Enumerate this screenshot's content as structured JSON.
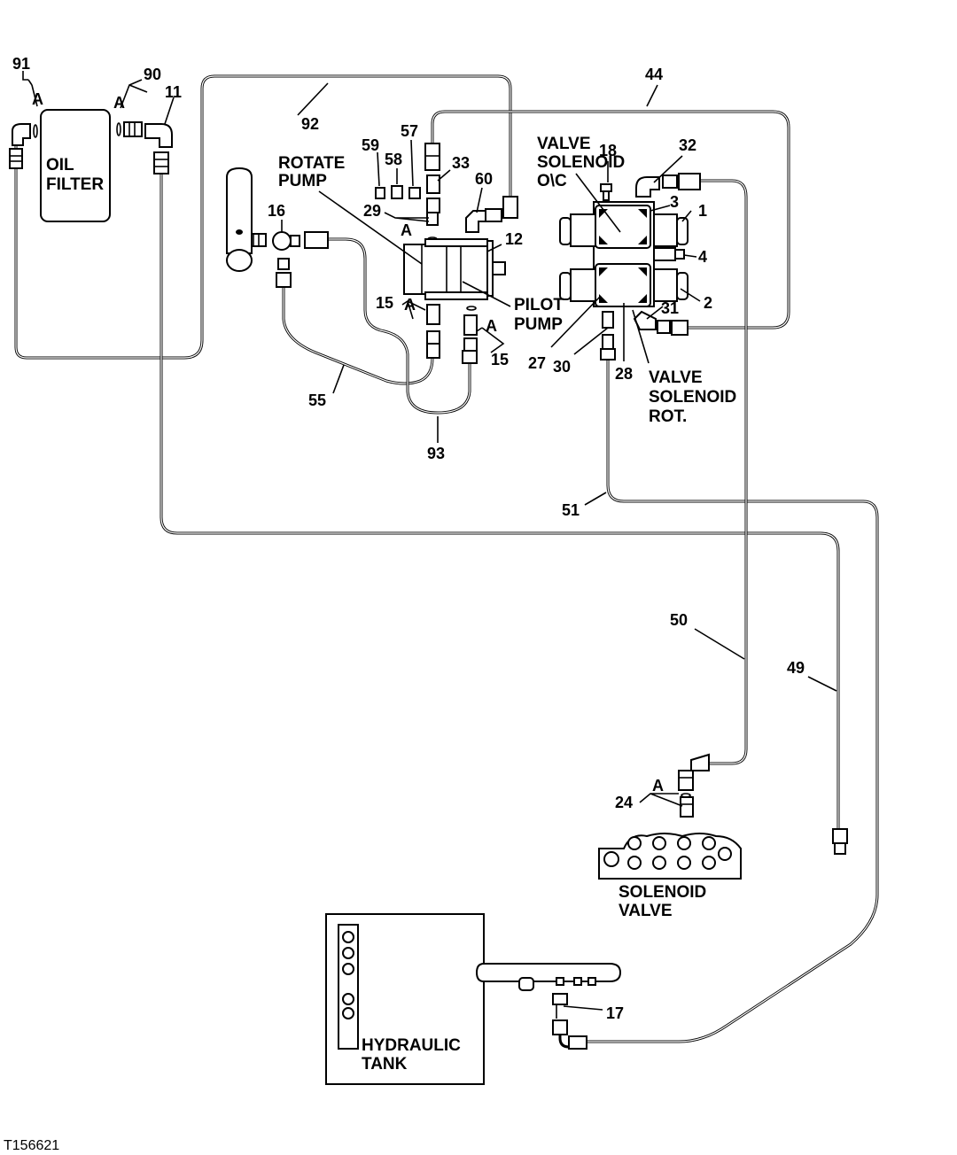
{
  "figure_id": "T156621",
  "components": {
    "oil_filter": "OIL|FILTER",
    "rotate_pump": "ROTATE|PUMP",
    "pilot_pump": "PILOT|PUMP",
    "valve_solenoid_oc": "VALVE|SOLENOID|O\\C",
    "valve_solenoid_rot": "VALVE|SOLENOID|ROT.",
    "solenoid_valve": "SOLENOID|VALVE",
    "hydraulic_tank": "HYDRAULIC|TANK"
  },
  "letter_a": "A",
  "callouts": {
    "c91": "91",
    "c90": "90",
    "c11": "11",
    "c92": "92",
    "c44": "44",
    "c59": "59",
    "c58": "58",
    "c57": "57",
    "c33": "33",
    "c60": "60",
    "c29": "29",
    "c16": "16",
    "c12": "12",
    "c15a": "15",
    "c15b": "15",
    "c55": "55",
    "c93": "93",
    "c18": "18",
    "c32": "32",
    "c3": "3",
    "c1": "1",
    "c4": "4",
    "c2": "2",
    "c31": "31",
    "c27": "27",
    "c30": "30",
    "c28": "28",
    "c51": "51",
    "c50": "50",
    "c49": "49",
    "c24": "24",
    "c17": "17"
  }
}
